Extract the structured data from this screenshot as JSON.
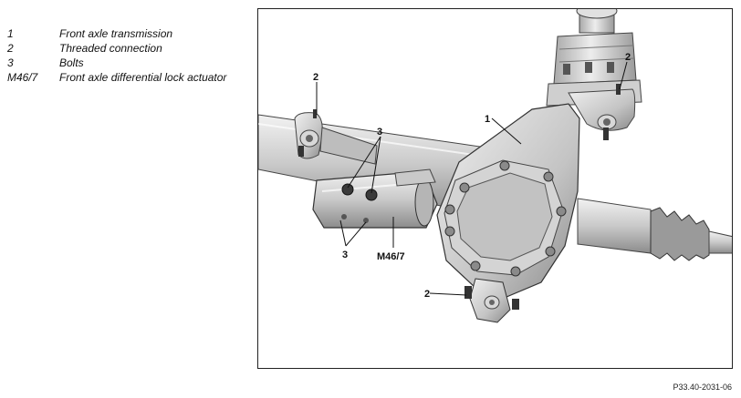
{
  "legend": [
    {
      "key": "1",
      "text": "Front axle transmission"
    },
    {
      "key": "2",
      "text": "Threaded connection"
    },
    {
      "key": "3",
      "text": "Bolts"
    },
    {
      "key": "M46/7",
      "text": "Front axle differential lock actuator"
    }
  ],
  "callouts": {
    "transmission": "1",
    "thread_left": "2",
    "thread_right": "2",
    "thread_bottom": "2",
    "bolts_upper": "3",
    "bolts_lower": "3",
    "actuator": "M46/7"
  },
  "figure_code": "P33.40-2031-06",
  "colors": {
    "metal_light": "#e6e6e6",
    "metal_mid": "#bdbdbd",
    "metal_dark": "#7a7a7a",
    "outline": "#333333"
  }
}
